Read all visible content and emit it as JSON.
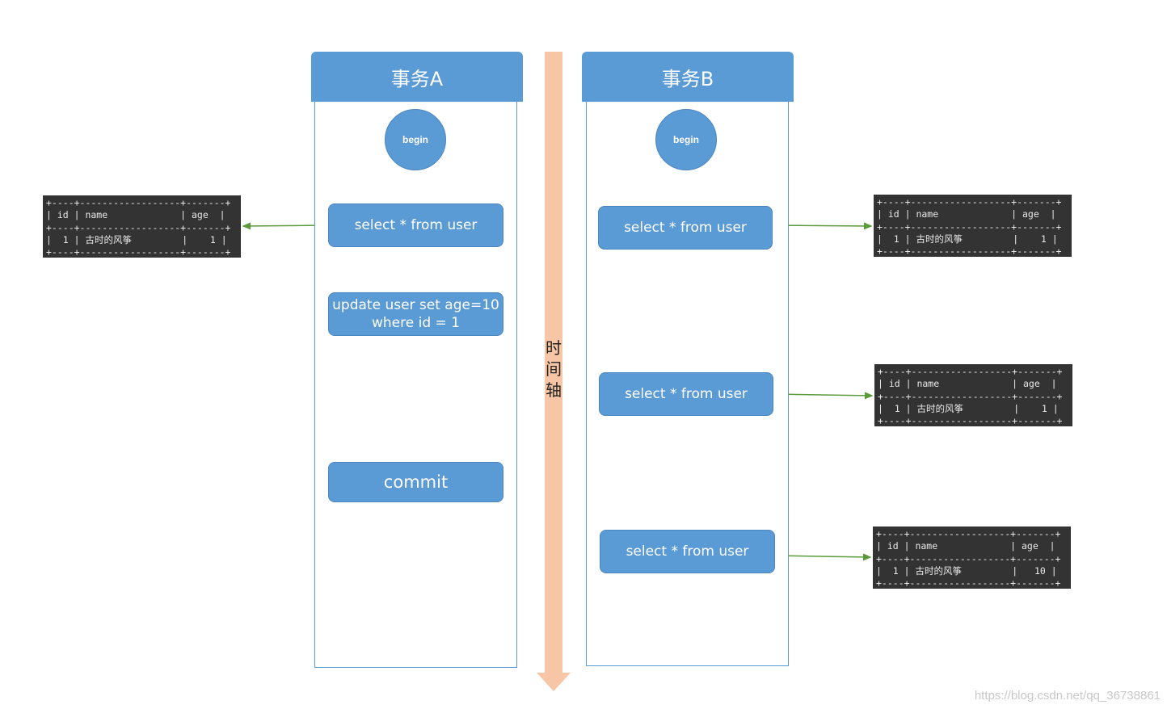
{
  "lane_a": {
    "title": "事务A",
    "begin": "begin",
    "step1": "select * from user",
    "step2_line1": "update user set age=10",
    "step2_line2": "where id = 1",
    "step3": "commit"
  },
  "lane_b": {
    "title": "事务B",
    "begin": "begin",
    "step1": "select * from user",
    "step2": "select * from user",
    "step3": "select * from user"
  },
  "timeline": {
    "label": "时\n间\n轴"
  },
  "results": [
    {
      "border": "+----+------------------+-------+",
      "header": "| id | name             | age  |",
      "row": "|  1 | 古时的风筝         |    1 |"
    },
    {
      "border": "+----+------------------+-------+",
      "header": "| id | name             | age  |",
      "row": "|  1 | 古时的风筝         |    1 |"
    },
    {
      "border": "+----+------------------+-------+",
      "header": "| id | name             | age  |",
      "row": "|  1 | 古时的风筝         |    1 |"
    },
    {
      "border": "+----+------------------+-------+",
      "header": "| id | name             | age  |",
      "row": "|  1 | 古时的风筝         |   10 |"
    }
  ],
  "watermark": "https://blog.csdn.net/qq_36738861",
  "colors": {
    "box": "#5b9bd5",
    "timeline": "#f7c6a6",
    "result_arrow": "#5a9a3a",
    "flow_arrow": "#5b9bd5"
  }
}
